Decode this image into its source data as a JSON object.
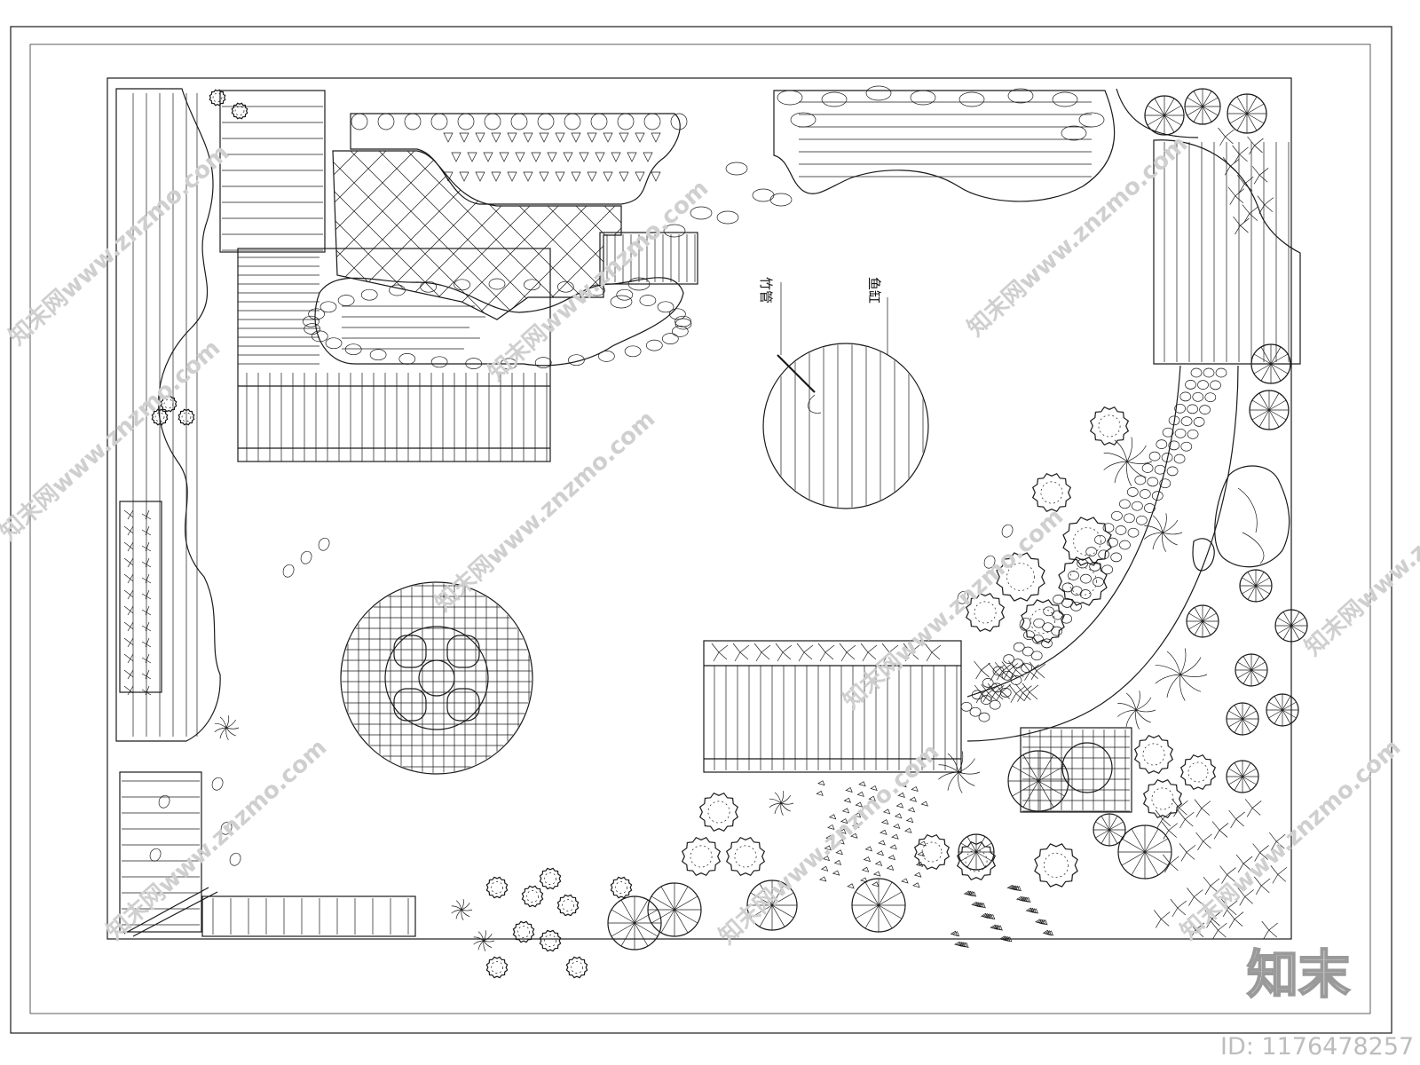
{
  "labels": {
    "bamboo_pipe": "竹管",
    "fish_tank": "鱼缸"
  },
  "watermark": {
    "site_text": "知末网www.znzmo.com",
    "logo_text": "知末",
    "id_text": "ID: 1176478257"
  },
  "icons": [
    "tree-canopy-icon",
    "shrub-icon",
    "palm-icon",
    "bamboo-icon",
    "rock-icon",
    "stepping-stone-icon"
  ],
  "colors": {
    "line": "#1a1a1a",
    "watermark": "#cfcfcf",
    "id": "#bdbdbd",
    "background": "#ffffff"
  }
}
